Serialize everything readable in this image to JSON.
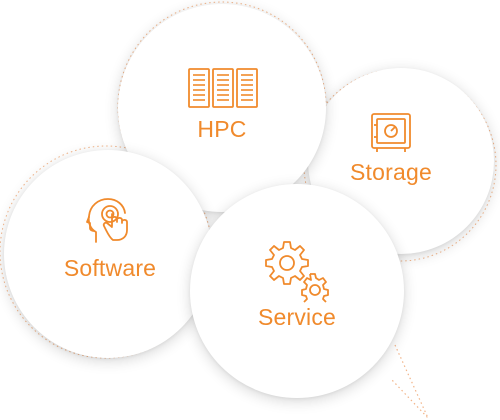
{
  "nodes": [
    {
      "id": "hpc",
      "label": "HPC",
      "icon": "server-rack-icon"
    },
    {
      "id": "storage",
      "label": "Storage",
      "icon": "safe-icon"
    },
    {
      "id": "software",
      "label": "Software",
      "icon": "head-touch-icon"
    },
    {
      "id": "service",
      "label": "Service",
      "icon": "gears-icon"
    }
  ],
  "colors": {
    "accent": "#f08a2c",
    "dotted_outline": "#f2b58a",
    "circle_fill": "#ffffff",
    "background": "#ffffff"
  }
}
